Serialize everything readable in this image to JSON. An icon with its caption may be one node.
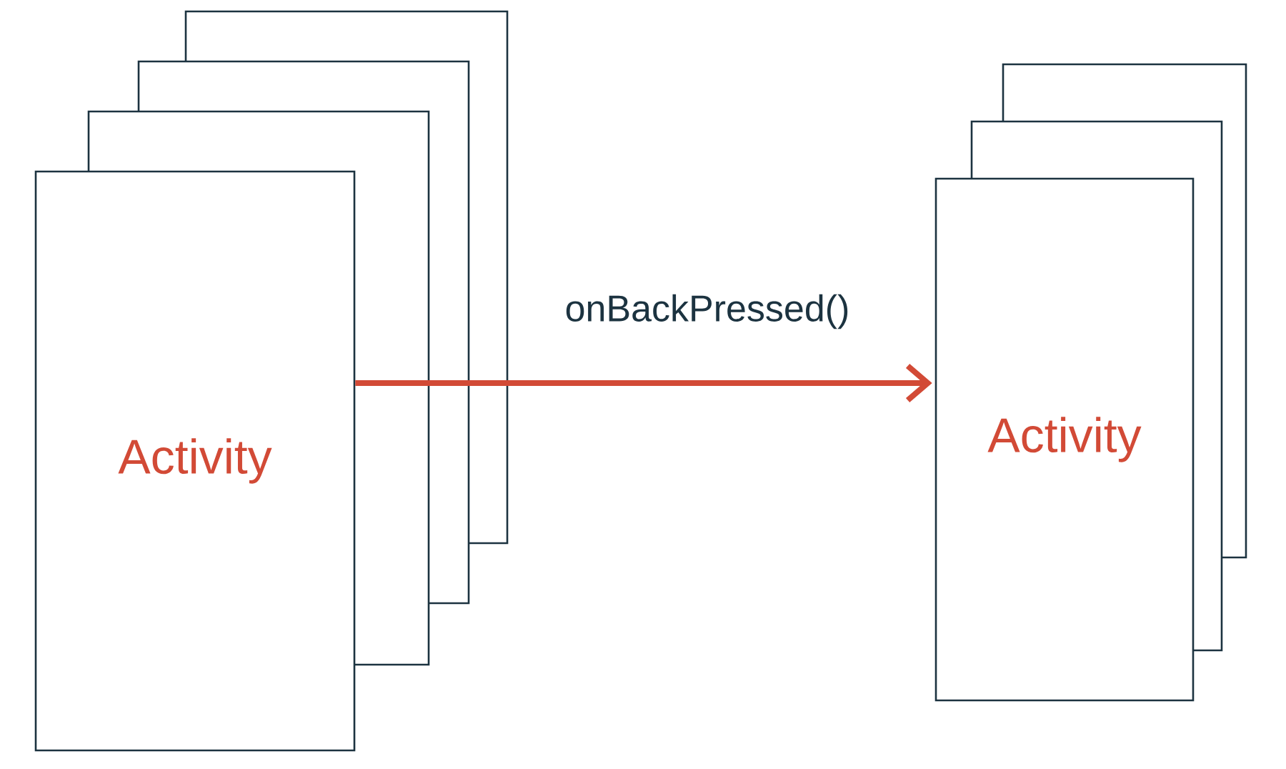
{
  "diagram": {
    "nodes": [
      {
        "text": [
          "Activity"
        ]
      },
      {
        "text": [
          "Activity"
        ]
      }
    ],
    "edges": [
      {
        "from": 0,
        "to": 1,
        "arrow": "to",
        "label": "onBackPressed()"
      }
    ]
  }
}
